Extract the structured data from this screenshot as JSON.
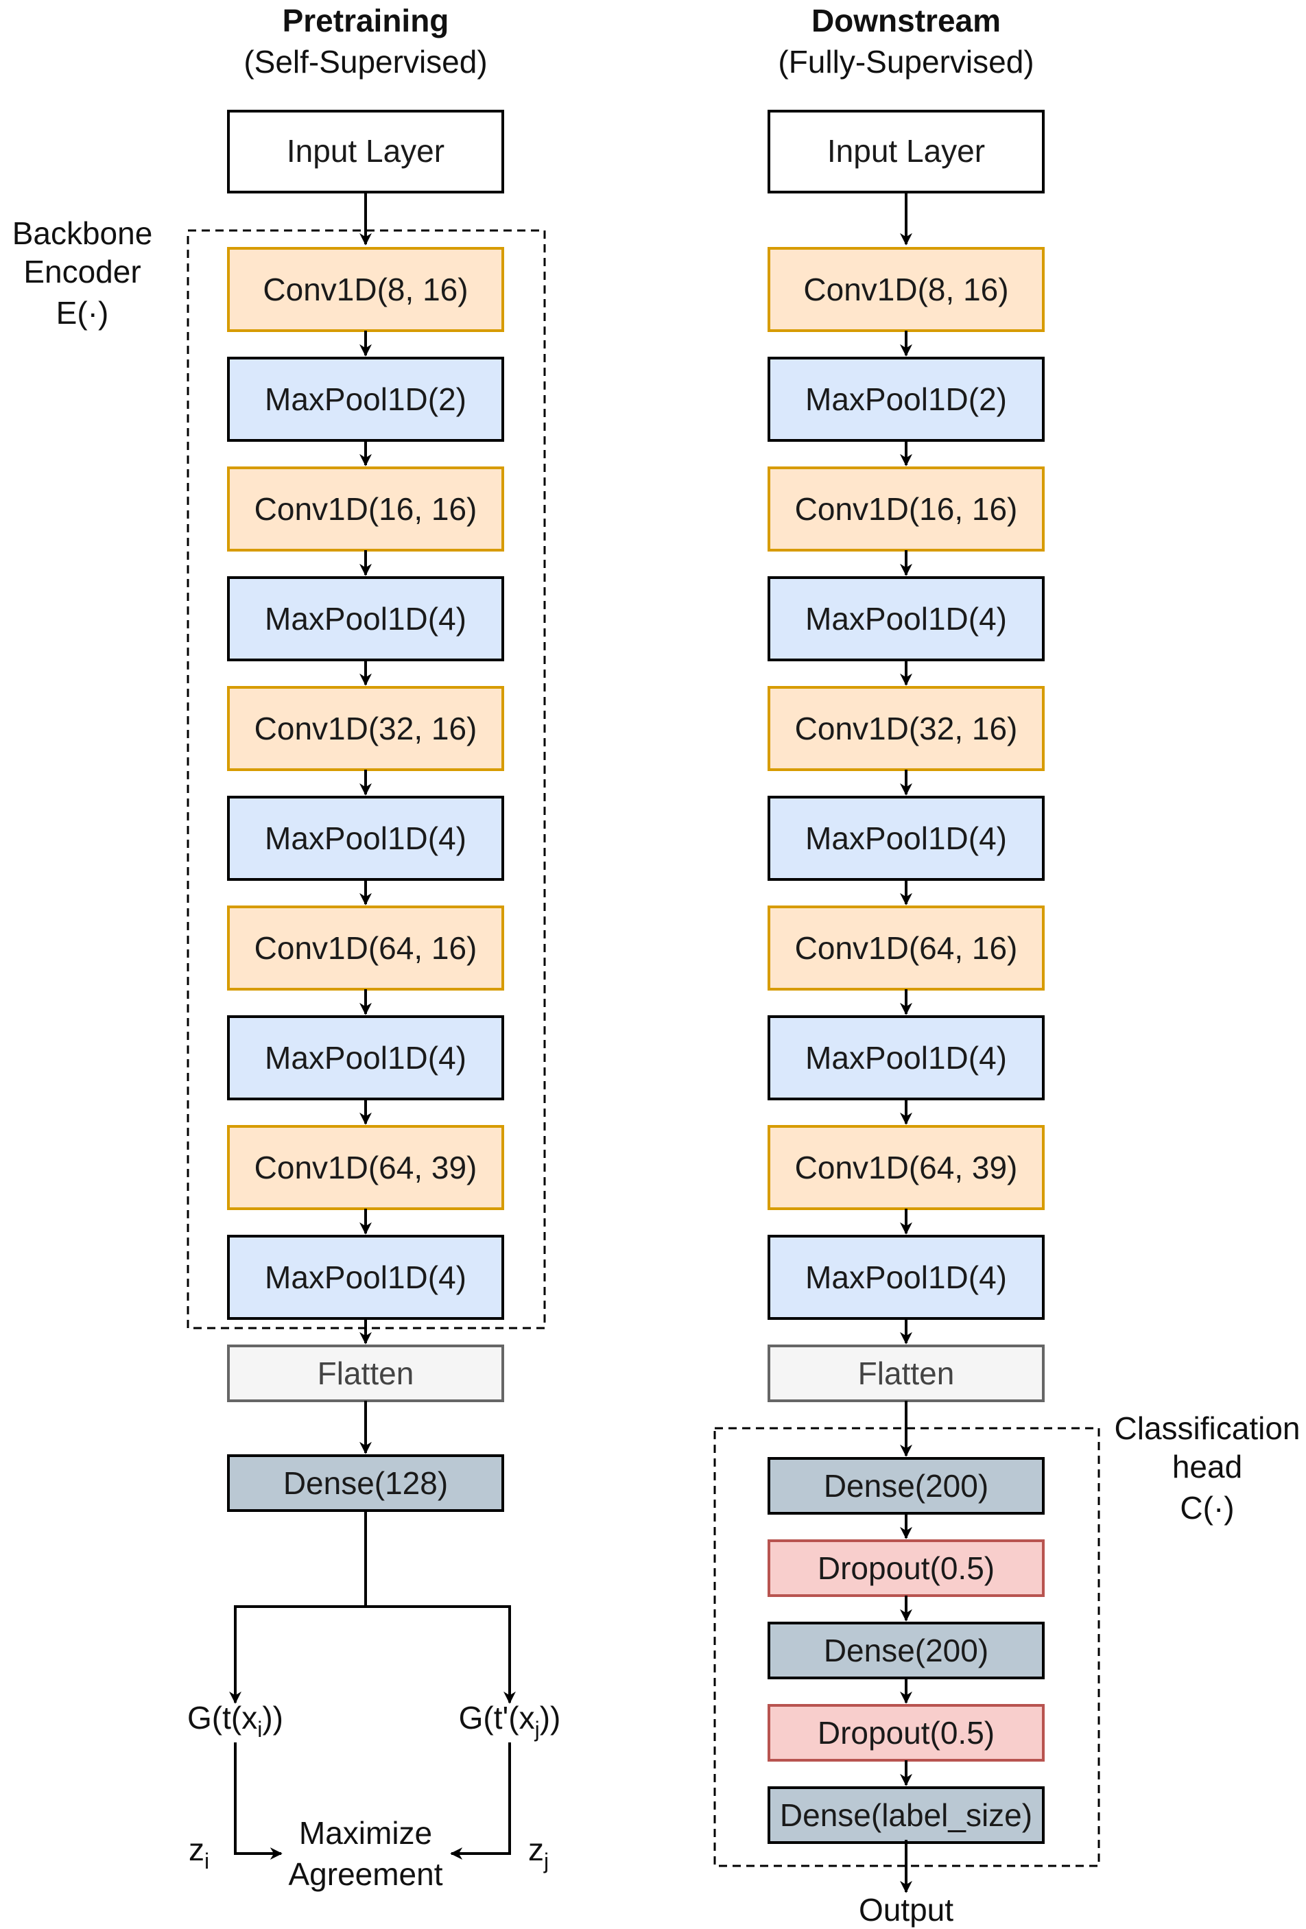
{
  "colors": {
    "conv_fill": "#ffe6cc",
    "conv_stroke": "#d79b00",
    "pool_fill": "#dae8fc",
    "pool_stroke": "#000000",
    "flatten_fill": "#f5f5f5",
    "flatten_stroke": "#666666",
    "dense_fill": "#bac8d3",
    "dense_stroke": "#000000",
    "dropout_fill": "#f8cecc",
    "dropout_stroke": "#b85450",
    "input_fill": "#ffffff",
    "input_stroke": "#000000"
  },
  "pretraining": {
    "title": "Pretraining",
    "subtitle": "(Self-Supervised)",
    "input": "Input Layer",
    "encoder_label": [
      "Backbone",
      "Encoder",
      "E(·)"
    ],
    "encoder_layers": [
      {
        "label": "Conv1D(8, 16)",
        "kind": "conv"
      },
      {
        "label": "MaxPool1D(2)",
        "kind": "pool"
      },
      {
        "label": "Conv1D(16, 16)",
        "kind": "conv"
      },
      {
        "label": "MaxPool1D(4)",
        "kind": "pool"
      },
      {
        "label": "Conv1D(32, 16)",
        "kind": "conv"
      },
      {
        "label": "MaxPool1D(4)",
        "kind": "pool"
      },
      {
        "label": "Conv1D(64, 16)",
        "kind": "conv"
      },
      {
        "label": "MaxPool1D(4)",
        "kind": "pool"
      },
      {
        "label": "Conv1D(64, 39)",
        "kind": "conv"
      },
      {
        "label": "MaxPool1D(4)",
        "kind": "pool"
      }
    ],
    "flatten": "Flatten",
    "dense": "Dense(128)",
    "proj_left": {
      "prefix": "G(t(x",
      "sub": "i",
      "suffix": "))"
    },
    "proj_right": {
      "prefix": "G(t'(x",
      "sub": "j",
      "suffix": "))"
    },
    "z_left": {
      "base": "z",
      "sub": "i"
    },
    "z_right": {
      "base": "z",
      "sub": "j"
    },
    "objective": [
      "Maximize",
      "Agreement"
    ]
  },
  "downstream": {
    "title": "Downstream",
    "subtitle": "(Fully-Supervised)",
    "input": "Input Layer",
    "encoder_layers": [
      {
        "label": "Conv1D(8, 16)",
        "kind": "conv"
      },
      {
        "label": "MaxPool1D(2)",
        "kind": "pool"
      },
      {
        "label": "Conv1D(16, 16)",
        "kind": "conv"
      },
      {
        "label": "MaxPool1D(4)",
        "kind": "pool"
      },
      {
        "label": "Conv1D(32, 16)",
        "kind": "conv"
      },
      {
        "label": "MaxPool1D(4)",
        "kind": "pool"
      },
      {
        "label": "Conv1D(64, 16)",
        "kind": "conv"
      },
      {
        "label": "MaxPool1D(4)",
        "kind": "pool"
      },
      {
        "label": "Conv1D(64, 39)",
        "kind": "conv"
      },
      {
        "label": "MaxPool1D(4)",
        "kind": "pool"
      }
    ],
    "flatten": "Flatten",
    "head_label": [
      "Classification",
      "head",
      "C(·)"
    ],
    "head_layers": [
      {
        "label": "Dense(200)",
        "kind": "dense"
      },
      {
        "label": "Dropout(0.5)",
        "kind": "dropout"
      },
      {
        "label": "Dense(200)",
        "kind": "dense"
      },
      {
        "label": "Dropout(0.5)",
        "kind": "dropout"
      },
      {
        "label": "Dense(label_size)",
        "kind": "dense"
      }
    ],
    "output": "Output"
  }
}
